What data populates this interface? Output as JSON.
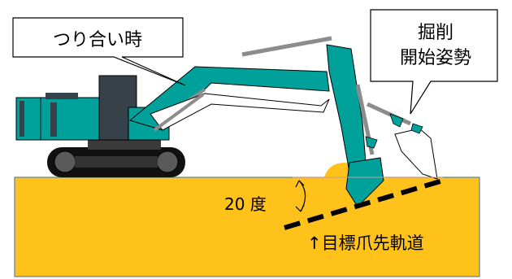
{
  "callouts": {
    "balance": "つり合い時",
    "dig_start_line1": "掘削",
    "dig_start_line2": "開始姿勢"
  },
  "annotations": {
    "angle": "20 度",
    "target_trajectory": "↑目標爪先軌道"
  },
  "colors": {
    "ground": "#FFC21A",
    "ground_outline": "#5B7FB0",
    "machine": "#00A19B",
    "machine_dark": "#36414A",
    "track": "#111111",
    "arm_gray": "#8C8C8C",
    "trajectory": "#000000"
  }
}
